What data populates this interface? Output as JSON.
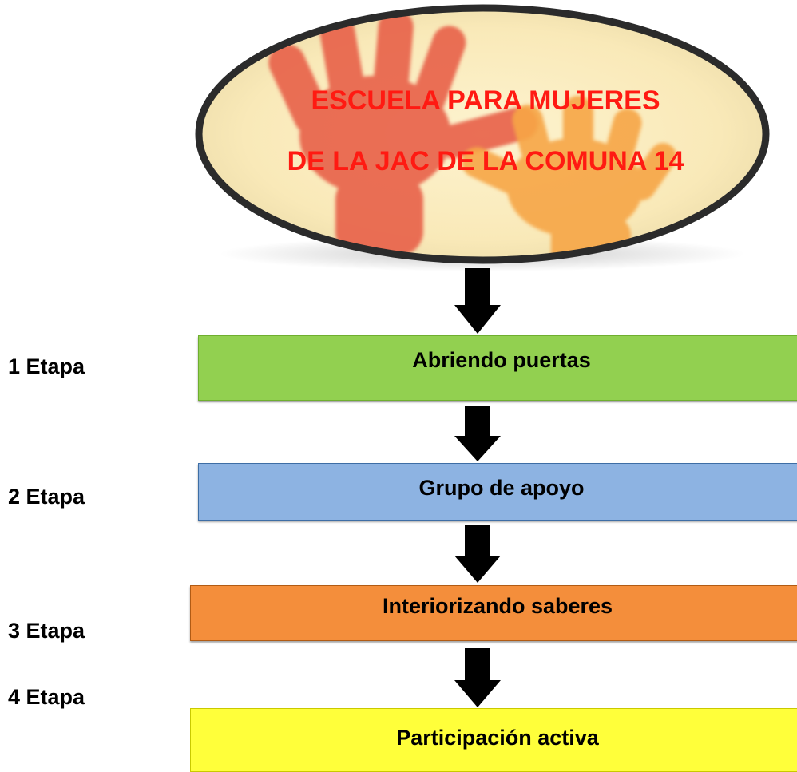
{
  "title": {
    "line1": "ESCUELA PARA MUJERES",
    "line2": "DE LA JAC DE LA COMUNA 14",
    "color": "#ff1a12",
    "background_icon": "hand-prints-icon"
  },
  "stages": [
    {
      "label": "1 Etapa",
      "name": "Abriendo puertas",
      "color": "#92d050"
    },
    {
      "label": "2 Etapa",
      "name": "Grupo de apoyo",
      "color": "#8db3e2"
    },
    {
      "label": "3 Etapa",
      "name": "Interiorizando saberes",
      "color": "#f48e3b"
    },
    {
      "label": "4 Etapa",
      "name": "Participación activa",
      "color": "#ffff3a"
    }
  ],
  "connector_icon": "down-arrow-icon"
}
